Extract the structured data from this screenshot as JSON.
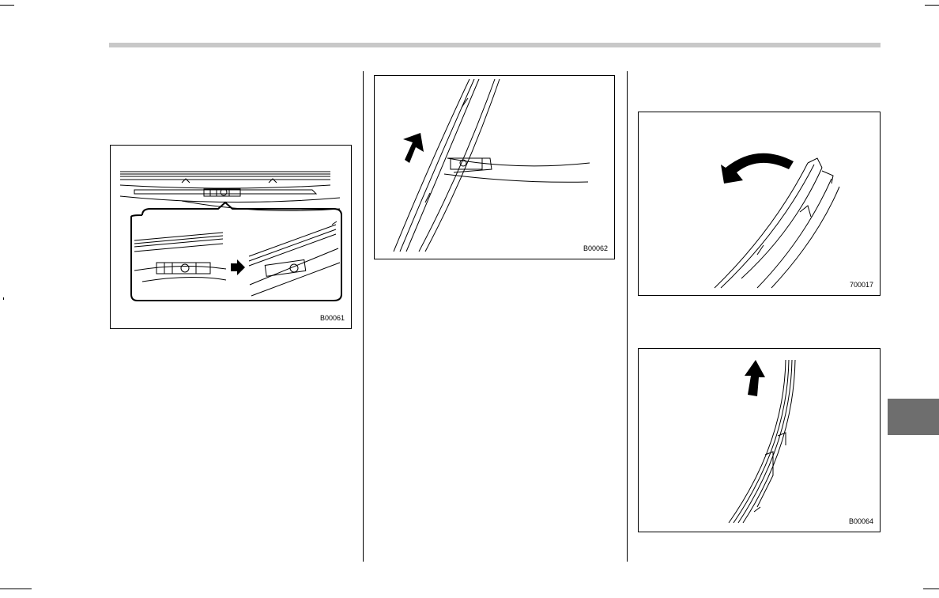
{
  "figures": {
    "fig1": {
      "id": "B00061"
    },
    "fig2": {
      "id": "B00062"
    },
    "fig3": {
      "id": "700017"
    },
    "fig4": {
      "id": "B00064"
    }
  },
  "colors": {
    "header_bar": "#c8c8c8",
    "section_tab": "#6e6e6e",
    "ink": "#000000"
  },
  "icons": {
    "direction_arrow": "arrow-icon"
  }
}
